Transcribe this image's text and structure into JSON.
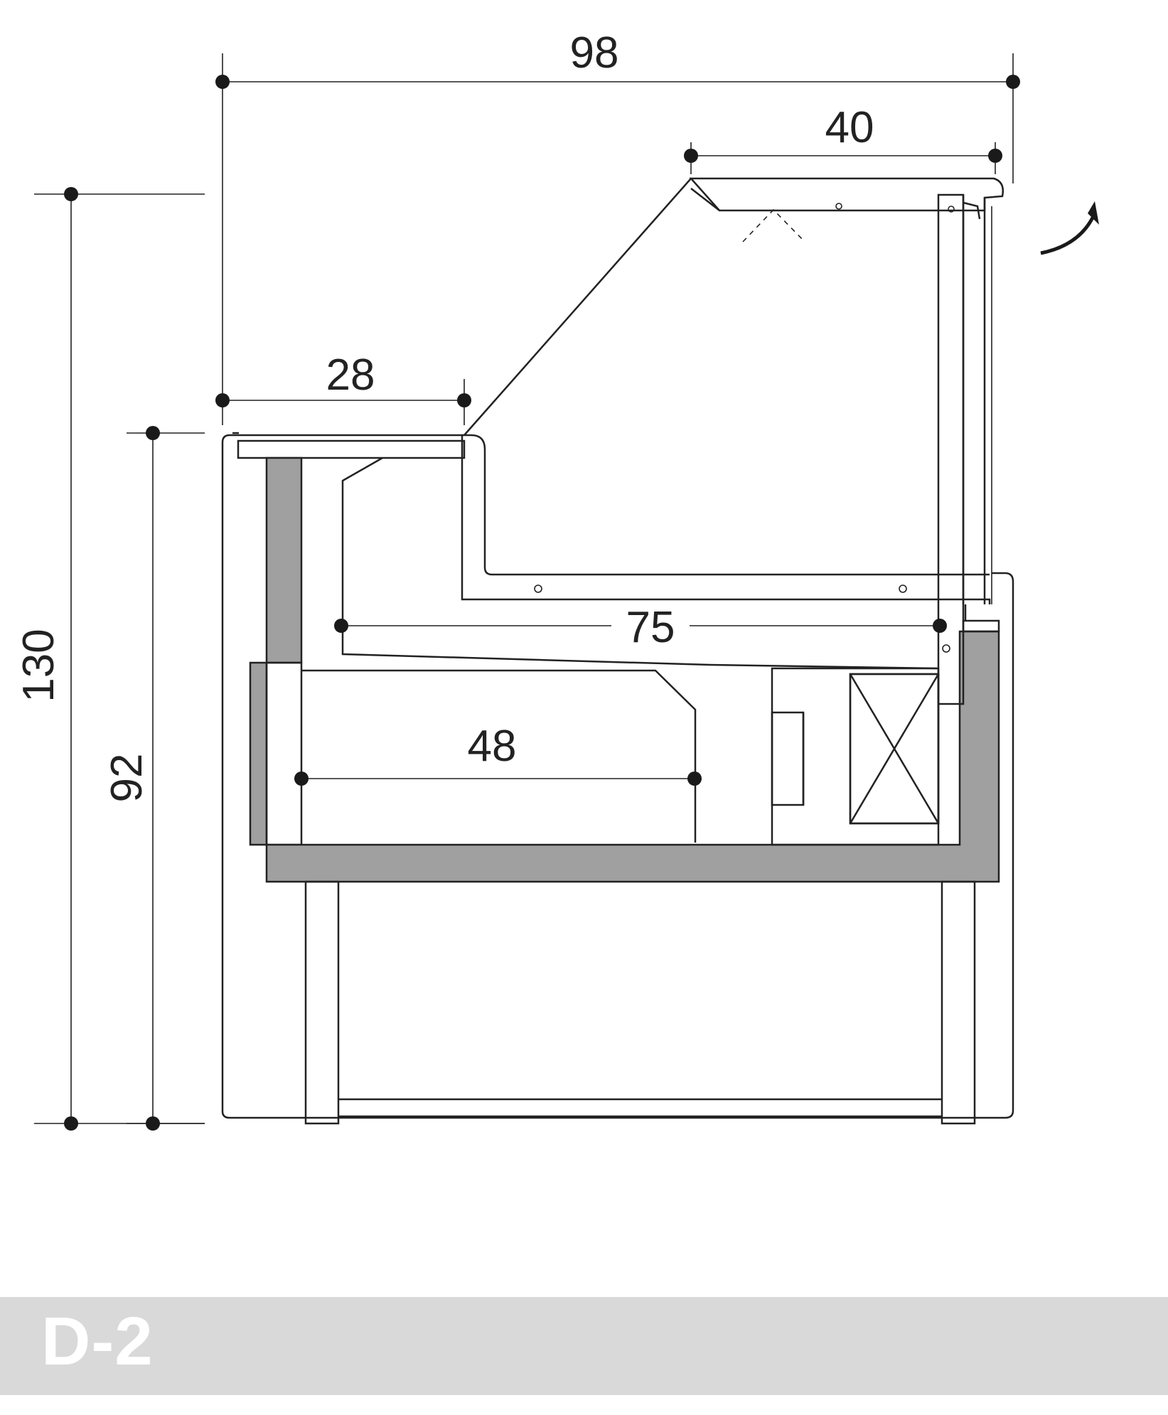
{
  "dimensions": {
    "overall_width": "98",
    "top_shelf_width": "40",
    "front_shelf_width": "28",
    "display_depth": "75",
    "lower_depth": "48",
    "overall_height": "130",
    "counter_height": "92"
  },
  "model_label": "D-2",
  "colors": {
    "line": "#222222",
    "shade": "#a0a0a0",
    "label_bar": "#d9d9d9"
  }
}
